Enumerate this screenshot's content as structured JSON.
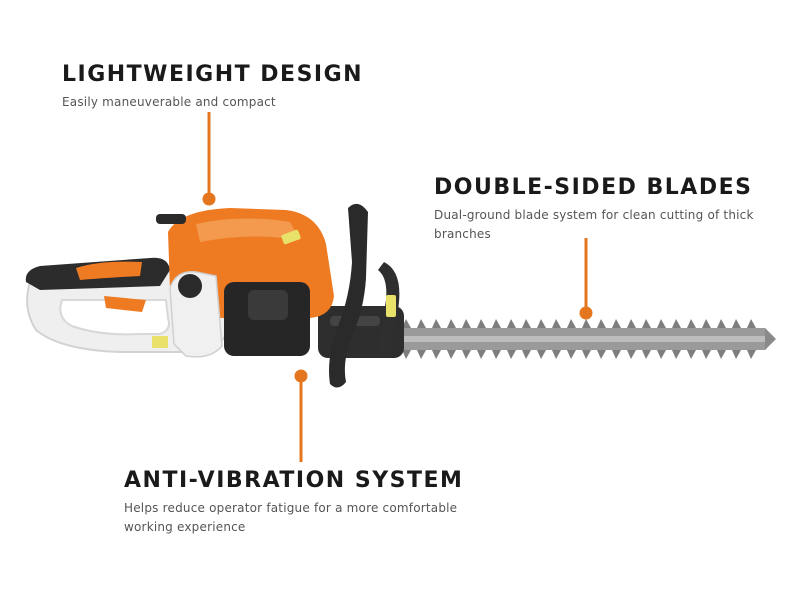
{
  "colors": {
    "accent": "#E4761F",
    "heading": "#1a1a1a",
    "body_text": "#555555",
    "housing": "#EE7A22",
    "handle": "#F1F1F1",
    "dark_parts": "#2A2A2A",
    "blade": "#8C8C8C"
  },
  "callouts": {
    "lightweight": {
      "title": "LIGHTWEIGHT DESIGN",
      "description": "Easily maneuverable and compact"
    },
    "double_sided": {
      "title": "DOUBLE-SIDED BLADES",
      "description": "Dual-ground blade system for clean cutting of thick branches"
    },
    "anti_vibration": {
      "title": "ANTI-VIBRATION SYSTEM",
      "description": "Helps reduce operator fatigue for a more comfortable working experience"
    }
  }
}
